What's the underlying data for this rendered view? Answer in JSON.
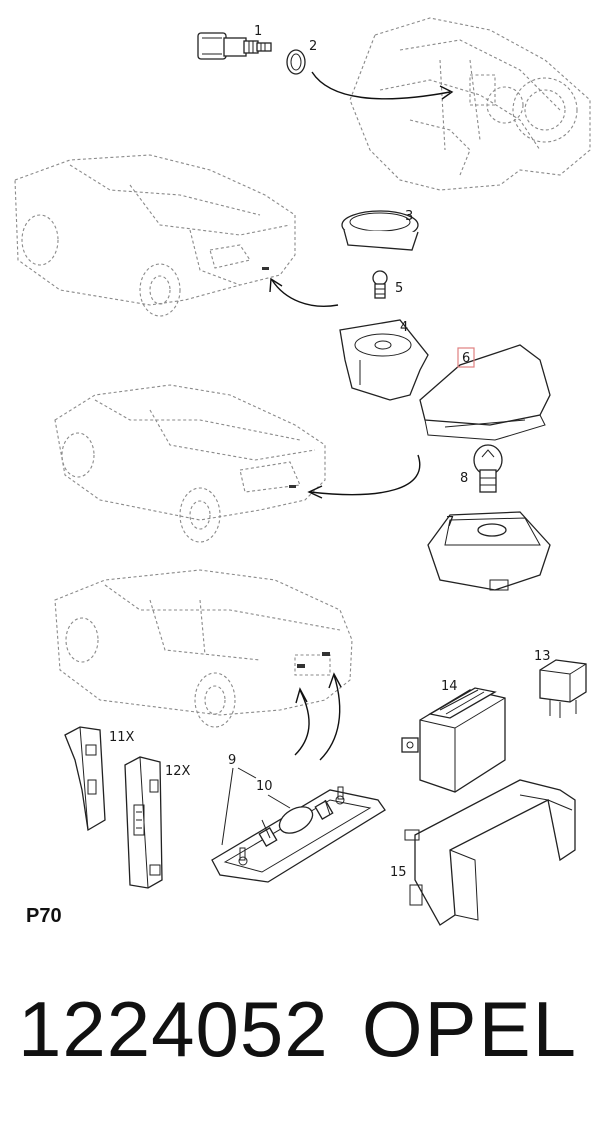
{
  "diagram": {
    "callouts": [
      {
        "id": "1",
        "label": "1"
      },
      {
        "id": "2",
        "label": "2"
      },
      {
        "id": "3",
        "label": "3"
      },
      {
        "id": "4",
        "label": "4"
      },
      {
        "id": "5",
        "label": "5"
      },
      {
        "id": "6",
        "label": "6"
      },
      {
        "id": "7",
        "label": "7"
      },
      {
        "id": "8",
        "label": "8"
      },
      {
        "id": "9",
        "label": "9"
      },
      {
        "id": "10",
        "label": "10"
      },
      {
        "id": "11X",
        "label": "11X"
      },
      {
        "id": "12X",
        "label": "12X"
      },
      {
        "id": "13",
        "label": "13"
      },
      {
        "id": "14",
        "label": "14"
      },
      {
        "id": "15",
        "label": "15"
      }
    ],
    "highlighted_callout": "6",
    "highlight_color": "#e08080"
  },
  "page_code": "P70",
  "footer": {
    "part_number": "1224052",
    "brand": "OPEL"
  }
}
